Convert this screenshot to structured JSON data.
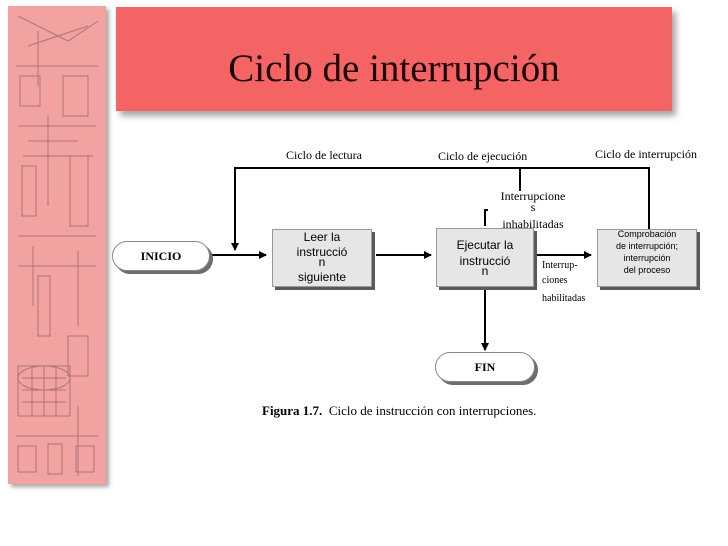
{
  "title": "Ciclo de interrupción",
  "phases": {
    "read": "Ciclo de lectura",
    "execute": "Ciclo de ejecución",
    "interrupt": "Ciclo de interrupción"
  },
  "nodes": {
    "start": "INICIO",
    "fetch": [
      "Leer la",
      "instrucció",
      "n",
      "siguiente"
    ],
    "execute": [
      "Ejecutar la",
      "instrucció",
      "n"
    ],
    "check": [
      "Comprobación",
      "de interrupción;",
      "interrupción",
      "del proceso"
    ],
    "end": "FIN"
  },
  "edge_labels": {
    "disabled": [
      "Interrupcione",
      "s",
      "inhabilitadas"
    ],
    "enabled": [
      "Interrup-",
      "ciones",
      "habilitadas"
    ]
  },
  "caption": {
    "figure": "Figura 1.7.",
    "text": "Ciclo de instrucción con interrupciones."
  }
}
